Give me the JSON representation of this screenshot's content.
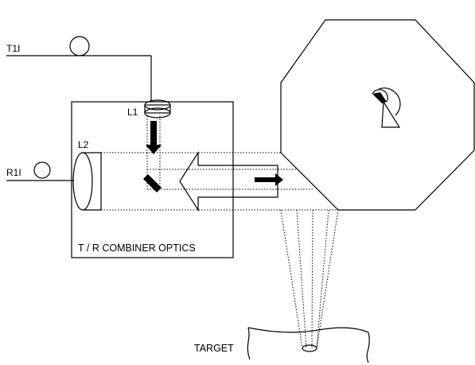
{
  "labels": {
    "t1": "T1I",
    "r1": "R1I",
    "l1": "L1",
    "l2": "L2",
    "combiner": "T / R COMBINER OPTICS",
    "target": "TARGET"
  },
  "colors": {
    "stroke": "#000000",
    "background": "#ffffff"
  },
  "icons": {
    "scanner_glyph": "radar-sweep-icon",
    "t1_fiber": "fiber-loop-icon",
    "r1_fiber": "fiber-loop-icon"
  }
}
